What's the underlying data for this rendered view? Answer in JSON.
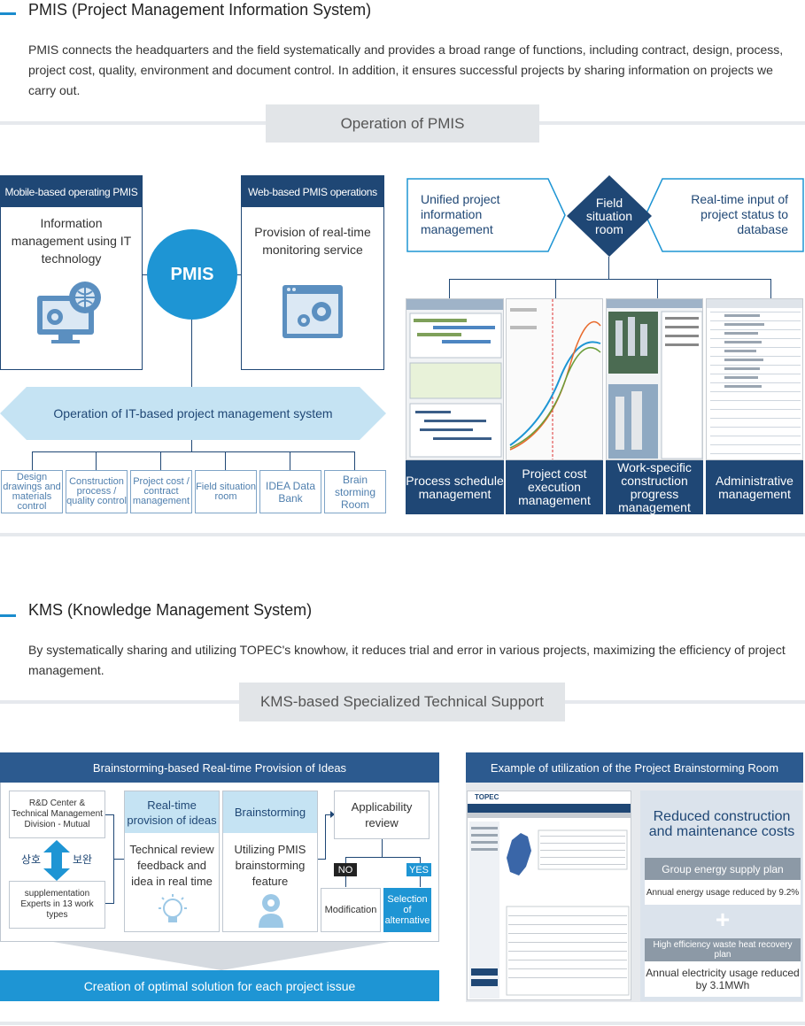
{
  "pmis": {
    "title": "PMIS (Project Management Information System)",
    "description": "PMIS connects the headquarters and the field systematically and provides a broad range of functions, including contract, design, process, project cost, quality, environment and document control. In addition, it ensures successful projects by sharing information on projects we carry out.",
    "band_label": "Operation of PMIS",
    "mobile": {
      "header": "Mobile-based operating PMIS",
      "text": "Information management using IT technology"
    },
    "web": {
      "header": "Web-based PMIS operations",
      "text": "Provision of real-time monitoring service"
    },
    "center": "PMIS",
    "it_system": "Operation of IT-based project management system",
    "sub_items": [
      "Design drawings and materials control",
      "Construction process / quality control",
      "Project cost / contract management",
      "Field situation room",
      "IDEA Data Bank",
      "Brain storming Room"
    ],
    "unified": "Unified project information management",
    "field_room": "Field situation room",
    "realtime_input": "Real-time input of project status to database",
    "tiles": [
      "Process schedule management",
      "Project cost execution management",
      "Work-specific construction progress management",
      "Administrative management"
    ]
  },
  "kms": {
    "title": "KMS (Knowledge Management System)",
    "description": "By systematically sharing and utilizing TOPEC's knowhow, it reduces trial and error in various projects, maximizing the efficiency of project management.",
    "band_label": "KMS-based Specialized Technical Support",
    "brainstorm_panel": {
      "header": "Brainstorming-based Real-time Provision of Ideas",
      "rd_center": "R&D Center & Technical Management Division - Mutual",
      "mutual_left": "상호",
      "mutual_right": "보완",
      "experts": "supplementation Experts in 13 work types",
      "realtime_head": "Real-time provision of ideas",
      "realtime_body": "Technical review feedback and idea in real time",
      "brainstorming_head": "Brainstorming",
      "brainstorming_body": "Utilizing PMIS brainstorming feature",
      "applicability": "Applicability review",
      "no": "NO",
      "yes": "YES",
      "modification": "Modification",
      "selection": "Selection of alternative",
      "footer": "Creation of optimal solution for each project issue"
    },
    "example_panel": {
      "header": "Example of utilization of the Project Brainstorming Room",
      "logo": "TOPEC",
      "reduced_title": "Reduced construction and maintenance costs",
      "group_energy": "Group energy supply plan",
      "energy_reduced": "Annual energy usage reduced by 9.2%",
      "plus": "+",
      "heat_recovery": "High efficiency waste heat recovery plan",
      "electricity": "Annual electricity usage reduced by 3.1MWh"
    }
  },
  "colors": {
    "navy": "#1f4775",
    "accent": "#1a8ccd",
    "sky": "#1e95d4",
    "light_blue": "#c5e3f3"
  },
  "icons": [
    "computer-gears-icon",
    "monitor-gear-icon",
    "lightbulb-icon",
    "person-gear-icon",
    "up-down-arrow-icon",
    "plus-icon"
  ]
}
